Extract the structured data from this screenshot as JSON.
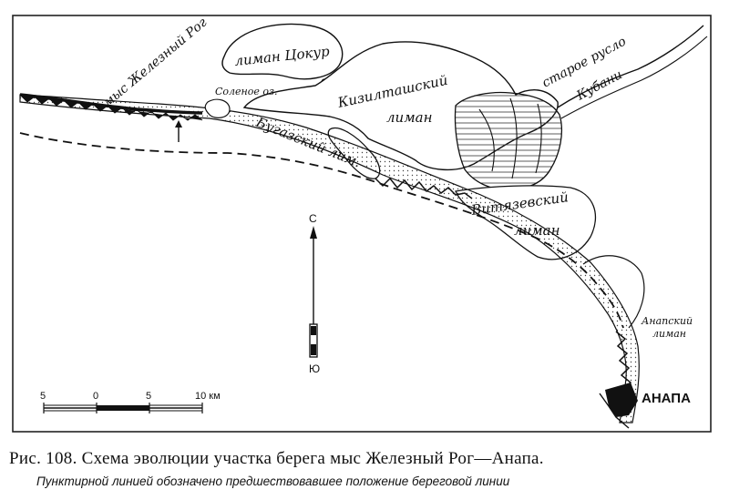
{
  "labels": {
    "cape_zhelezny": "мыс Железный Рог",
    "liman_tsokur": "лиман Цокур",
    "solenoe": "Соленое оз.",
    "kiziltash_1": "Кизилташский",
    "kiziltash_2": "лиман",
    "old_channel_1": "старое русло",
    "old_channel_2": "Кубани",
    "bugaz": "Бугазский лим.",
    "vityazev_1": "Витязевский",
    "vityazev_2": "лиман",
    "anapa_liman_1": "Анапский",
    "anapa_liman_2": "лиман",
    "anapa": "АНАПА"
  },
  "compass": {
    "north": "С",
    "south": "Ю"
  },
  "scale": {
    "ticks": [
      "5",
      "0",
      "5",
      "10 км"
    ]
  },
  "caption": {
    "title": "Рис. 108. Схема  эволюции участка берега мыс Железный  Рог—Анапа.",
    "subtitle": "Пунктирной линией обозначено предшествовавшее положение береговой линии"
  }
}
